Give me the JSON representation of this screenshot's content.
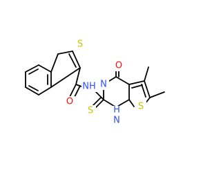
{
  "molecule": {
    "atoms": {
      "s_benzothiophene": {
        "text": "S",
        "color": "#c8c800"
      },
      "o_amide": {
        "text": "O",
        "color": "#ff0d0d"
      },
      "nh_amide": {
        "text": "NH",
        "color": "#3050f8"
      },
      "n_ring": {
        "text": "N",
        "color": "#3050f8"
      },
      "o_keto": {
        "text": "O",
        "color": "#ff0d0d"
      },
      "s_thione": {
        "text": "S",
        "color": "#c8c800"
      },
      "nh_ring_h": {
        "text": "H",
        "color": "#3050f8"
      },
      "nh_ring_n": {
        "text": "N",
        "color": "#3050f8"
      },
      "s_thiophene": {
        "text": "S",
        "color": "#c8c800"
      }
    },
    "bond_color": "#000000",
    "background_color": "#ffffff"
  }
}
